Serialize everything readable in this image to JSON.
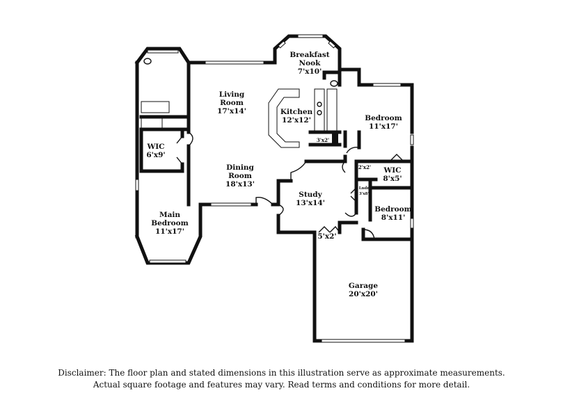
{
  "rooms": {
    "breakfast_nook": {
      "line1": "Breakfast",
      "line2": "Nook",
      "dims": "7'x10'"
    },
    "living_room": {
      "line1": "Living",
      "line2": "Room",
      "dims": "17'x14'"
    },
    "kitchen": {
      "line1": "Kitchen",
      "dims": "12'x12'"
    },
    "bedroom_ne": {
      "line1": "Bedroom",
      "dims": "11'x17'"
    },
    "wic_main": {
      "line1": "WIC",
      "dims": "6'x9'"
    },
    "dining_room": {
      "line1": "Dining",
      "line2": "Room",
      "dims": "18'x13'"
    },
    "wic_small": {
      "line1": "WIC",
      "dims": "8'x5'"
    },
    "study": {
      "line1": "Study",
      "dims": "13'x14'"
    },
    "bedroom_e": {
      "line1": "Bedroom",
      "dims": "8'x11'"
    },
    "main_bedroom": {
      "line1": "Main",
      "line2": "Bedroom",
      "dims": "11'x17'"
    },
    "garage": {
      "line1": "Garage",
      "dims": "20'x20'"
    }
  },
  "closets": {
    "pantry": "3'x2'",
    "closet_2x2": "2'x2'",
    "lndry_line1": "Lndr",
    "lndry_dims": "3'x8'",
    "closet_5x2": "5'x2'"
  },
  "disclaimer": {
    "line1": "Disclaimer: The floor plan and stated dimensions in this illustration serve as approximate measurements.",
    "line2": "Actual square footage and features may vary. Read terms and conditions for more detail."
  }
}
